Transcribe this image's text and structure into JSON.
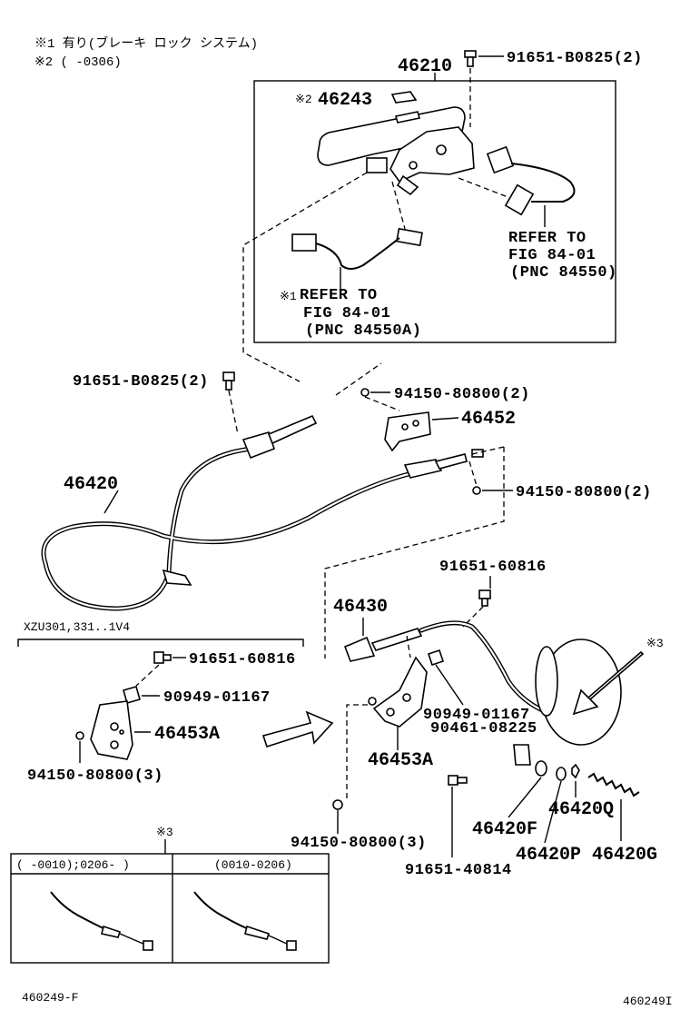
{
  "notes": {
    "note1": "※1 有り(ブレーキ ロック システム)",
    "note2": "※2 (      -0306)"
  },
  "labels": {
    "p46210": "46210",
    "p91651_B0825_top": "91651-B0825(2)",
    "p46243": "46243",
    "p46243_mark": "※2",
    "refer_right_1": "REFER TO",
    "refer_right_2": "FIG 84-01",
    "refer_right_3": "(PNC 84550)",
    "refer_left_mark": "※1",
    "refer_left_1": "REFER TO",
    "refer_left_2": "FIG 84-01",
    "refer_left_3": "(PNC 84550A)",
    "p91651_B0825_mid": "91651-B0825(2)",
    "p94150_80800_a": "94150-80800(2)",
    "p46452": "46452",
    "p46420": "46420",
    "p94150_80800_b": "94150-80800(2)",
    "p91651_60816_right": "91651-60816",
    "p46430": "46430",
    "mark3_right": "※3",
    "variant_header": "XZU301,331..1V4",
    "p91651_60816_left": "91651-60816",
    "p90949_01167_left": "90949-01167",
    "p46453A_left": "46453A",
    "p94150_80800_3_left": "94150-80800(3)",
    "p90949_01167_right": "90949-01167",
    "p90461_08225": "90461-08225",
    "p46453A_right": "46453A",
    "p46420F": "46420F",
    "p46420Q": "46420Q",
    "p94150_80800_3_right": "94150-80800(3)",
    "p46420P": "46420P",
    "p46420G": "46420G",
    "p91651_40814": "91651-40814",
    "mark3_bottom": "※3",
    "box_col1": "(    -0010);0206-      )",
    "box_col2": "(0010-0206)",
    "footer_left": "460249-F",
    "footer_right": "460249I"
  }
}
